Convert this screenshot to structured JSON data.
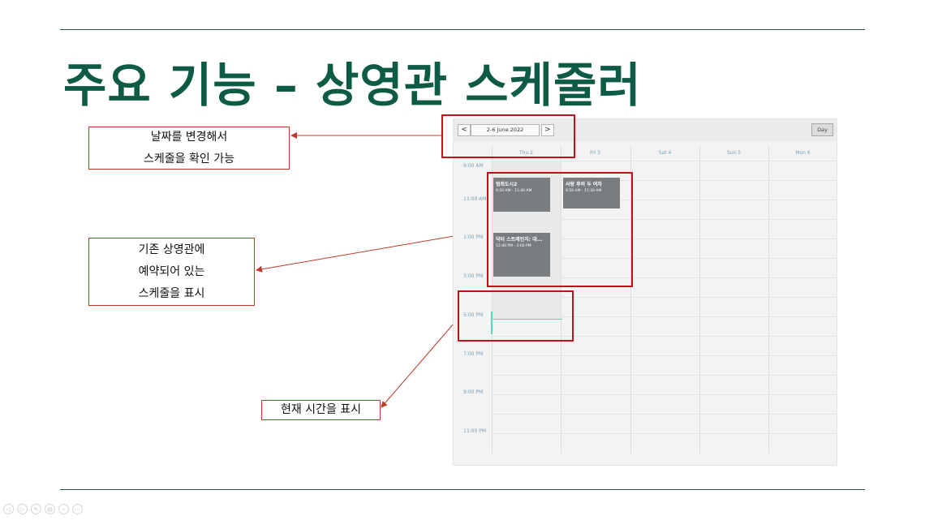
{
  "title": "주요 기능 – 상영관 스케줄러",
  "callouts": {
    "date_change": [
      "날짜를 변경해서",
      "스케줄을 확인 가능"
    ],
    "existing": [
      "기존 상영관에",
      "예약되어 있는",
      "스케줄을 표시"
    ],
    "current_time": "현재 시간을 표시"
  },
  "scheduler": {
    "date_range": "2-6 June 2022",
    "prev_icon": "chevron-left-icon",
    "next_icon": "chevron-right-icon",
    "prev_glyph": "<",
    "next_glyph": ">",
    "view_button": "Day",
    "days": [
      "Thu 2",
      "Fri 3",
      "Sat 4",
      "Sun 5",
      "Mon 6"
    ],
    "times": [
      "9:00 AM",
      "11:00 AM",
      "1:00 PM",
      "3:00 PM",
      "5:00 PM",
      "7:00 PM",
      "9:00 PM",
      "11:00 PM"
    ],
    "events": [
      {
        "title": "범죄도시2",
        "time": "9:50 AM - 11:40 AM"
      },
      {
        "title": "사랑 후의 두 여자",
        "time": "9:50 AM - 11:30 AM"
      },
      {
        "title": "닥터 스트레인지: 대...",
        "time": "12:40 PM - 3:00 PM"
      }
    ],
    "event_color": "#7a7d7f",
    "current_time_color": "#5fd3b8"
  },
  "accent_color": "#0d5a45",
  "footer_icons": [
    "prev-slide-icon",
    "next-slide-icon",
    "pen-icon",
    "slides-icon",
    "zoom-icon",
    "more-icon"
  ],
  "footer_glyphs": [
    "◁",
    "▷",
    "✎",
    "▤",
    "⌕",
    "⋯"
  ]
}
